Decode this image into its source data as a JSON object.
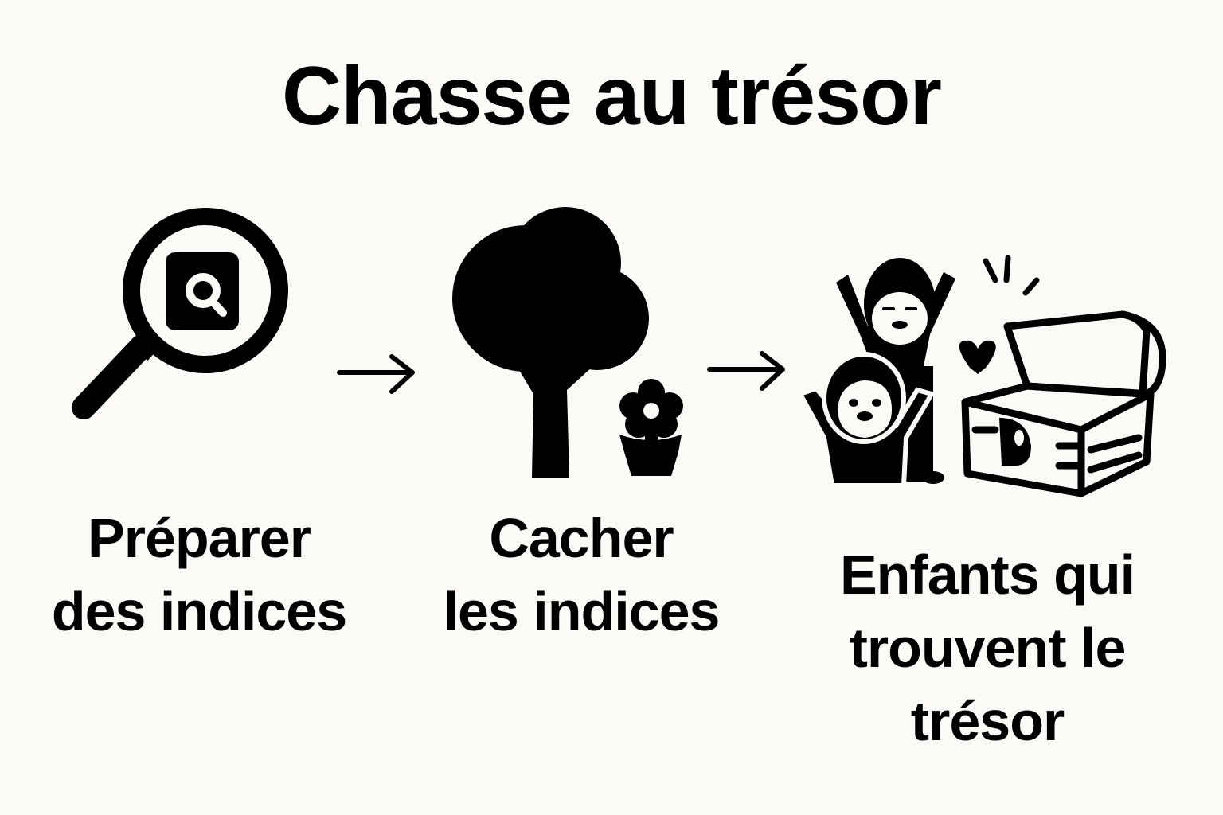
{
  "title": "Chasse au trésor",
  "steps": [
    {
      "icon": "magnifier-search-icon",
      "lines": [
        "Préparer",
        "des indices"
      ]
    },
    {
      "icon": "tree-flower-pot-icon",
      "lines": [
        "Cacher",
        "les indices"
      ]
    },
    {
      "icon": "children-treasure-chest-icon",
      "lines": [
        "Enfants qui",
        "trouvent le",
        "trésor"
      ]
    }
  ],
  "arrows": [
    "arrow-right-icon",
    "arrow-right-icon"
  ],
  "colors": {
    "background": "#fbfaf7",
    "ink": "#000000"
  }
}
